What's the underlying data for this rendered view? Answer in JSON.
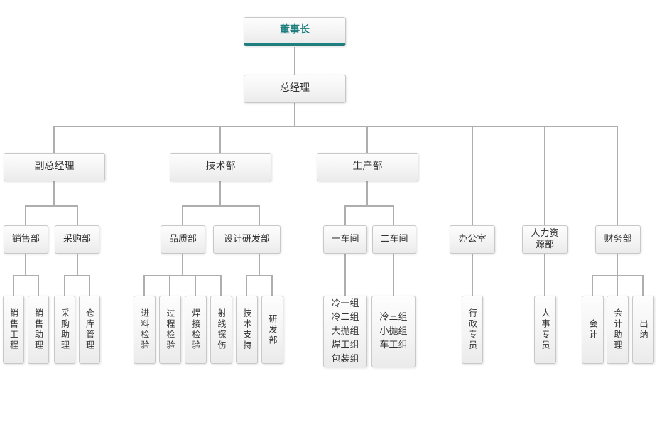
{
  "org": {
    "chairman": "董事长",
    "general_manager": "总经理",
    "deputy_general_manager": "副总经理",
    "technology_dept": "技术部",
    "production_dept": "生产部",
    "office": "办公室",
    "hr_dept": "人力资源部",
    "finance_dept": "财务部",
    "sales_dept": "销售部",
    "purchasing_dept": "采购部",
    "quality_dept": "品质部",
    "design_rd_dept": "设计研发部",
    "workshop_1": "一车间",
    "workshop_2": "二车间",
    "sales_engineering": "销售工程",
    "sales_assistant": "销售助理",
    "purchasing_assistant": "采购助理",
    "warehouse_management": "仓库管理",
    "incoming_inspection": "进料检验",
    "process_inspection": "过程检验",
    "welding_inspection": "焊接检验",
    "radiographic_testing": "射线探伤",
    "technical_support": "技术支持",
    "rd_dept": "研发部",
    "workshop_1_groups": "冷一组\n冷二组\n大抛组\n焊工组\n包装组",
    "workshop_2_groups": "冷三组\n小抛组\n车工组",
    "admin_specialist": "行政专员",
    "hr_specialist": "人事专员",
    "accountant": "会计",
    "accounting_assistant": "会计助理",
    "cashier": "出纳"
  },
  "colors": {
    "accent_teal": "#1f7f7f",
    "connector_gray": "#aeaeae",
    "node_border": "#c8c8c8"
  }
}
